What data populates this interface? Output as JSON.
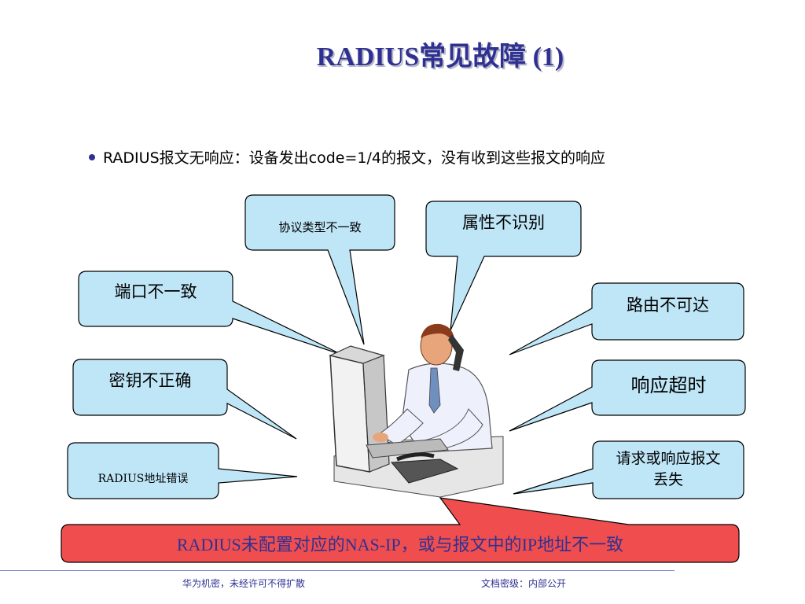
{
  "title": "RADIUS常见故障 (1)",
  "bullet": "RADIUS报文无响应：设备发出code=1/4的报文，没有收到这些报文的响应",
  "callouts": {
    "protocol_type": "协议类型不一致",
    "attribute_unrecognized": "属性不识别",
    "port_mismatch": "端口不一致",
    "route_unreachable": "路由不可达",
    "key_incorrect": "密钥不正确",
    "response_timeout": "响应超时",
    "address_error": "RADIUS地址错误",
    "packet_loss": "请求或响应报文丢失"
  },
  "banner": "RADIUS未配置对应的NAS-IP，或与报文中的IP地址不一致",
  "footer": {
    "left": "华为机密，未经许可不得扩散",
    "right": "文档密级：内部公开"
  },
  "colors": {
    "title": "#2E3192",
    "callout_fill": "#BFE6F7",
    "banner_fill": "#F04E4E",
    "banner_text": "#2E3192"
  }
}
